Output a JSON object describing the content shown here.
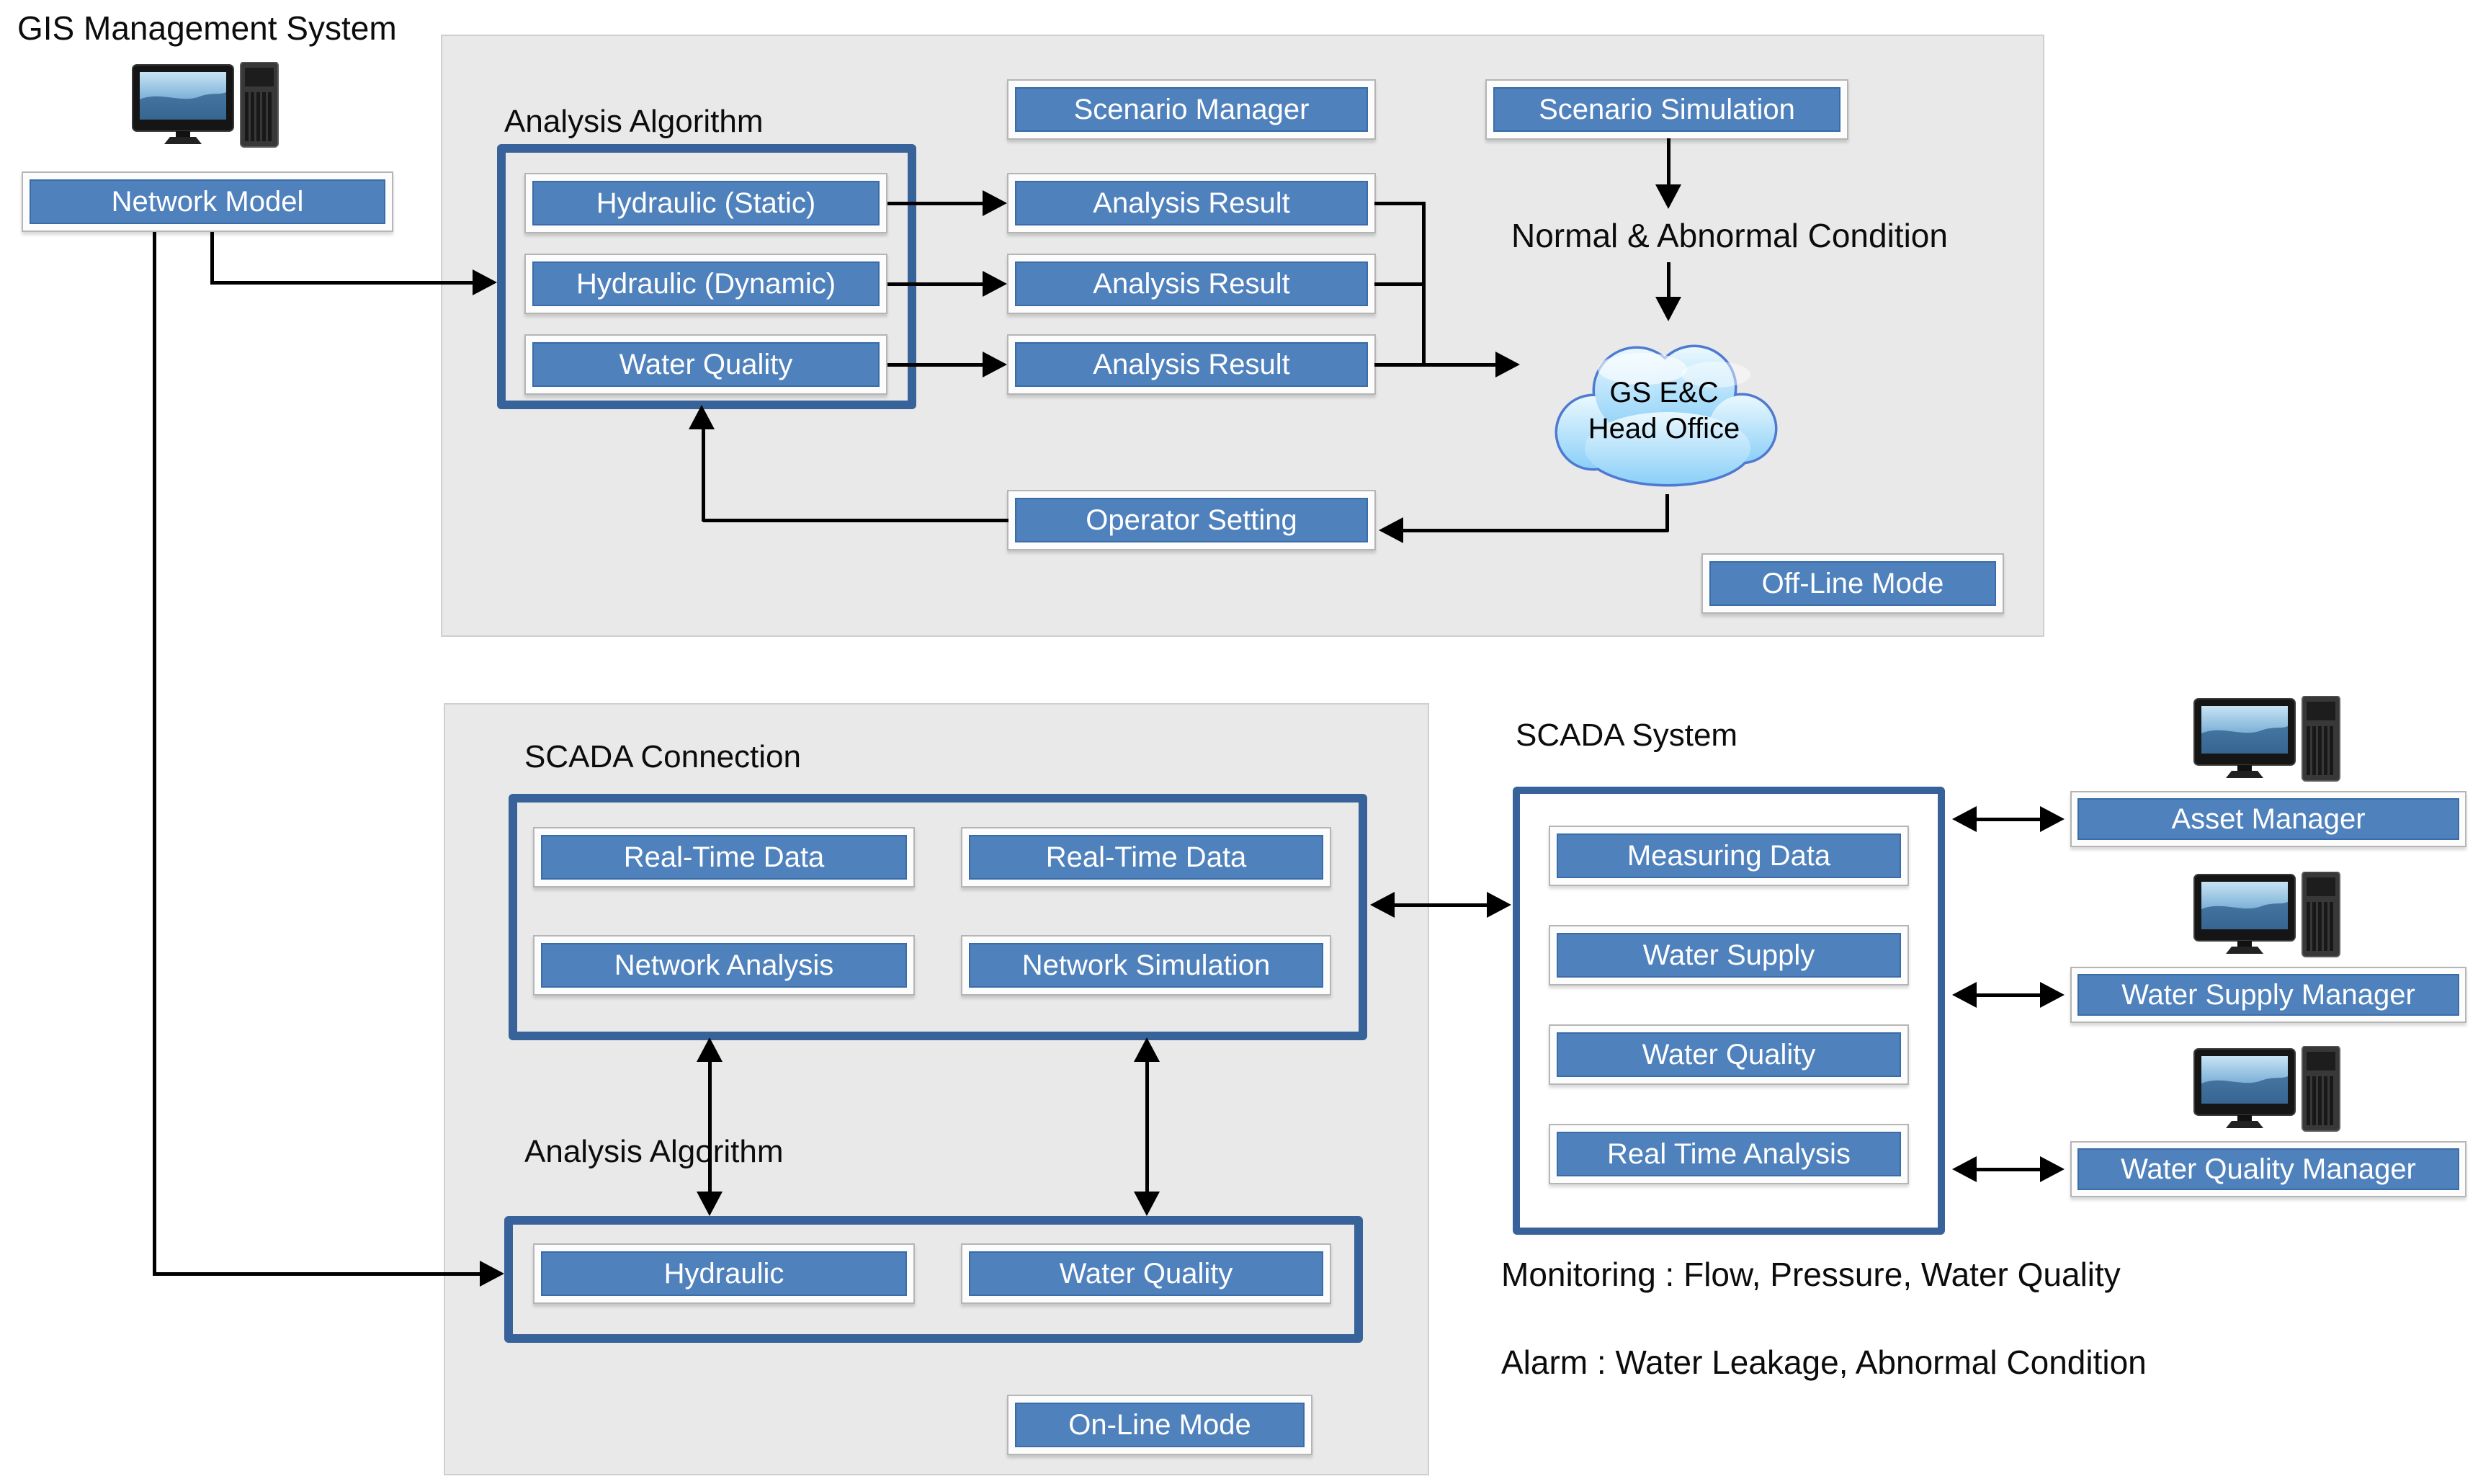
{
  "colors": {
    "box_blue": "#4f81bd",
    "box_blue_border": "#3a6ca8",
    "container_border": "#38639a",
    "panel_bg": "#e9e9e9",
    "cloud_stroke": "#4e7ad1",
    "cloud_fill_top": "#eaf8fe",
    "cloud_fill_bottom": "#8cd0f8",
    "line": "#000000"
  },
  "icons": {
    "workstation": "workstation-icon",
    "cloud": "cloud-shape"
  },
  "gis": {
    "title": "GIS Management System",
    "network_model": "Network Model"
  },
  "offline_section": {
    "analysis_algorithm_title": "Analysis Algorithm",
    "hydraulic_static": "Hydraulic (Static)",
    "hydraulic_dynamic": "Hydraulic (Dynamic)",
    "water_quality": "Water Quality",
    "scenario_manager": "Scenario Manager",
    "analysis_result_1": "Analysis Result",
    "analysis_result_2": "Analysis Result",
    "analysis_result_3": "Analysis Result",
    "scenario_simulation": "Scenario Simulation",
    "condition_text": "Normal & Abnormal Condition",
    "cloud": {
      "line1": "GS E&C",
      "line2": "Head Office"
    },
    "operator_setting": "Operator Setting",
    "mode_label": "Off-Line Mode"
  },
  "online_section": {
    "scada_connection_title": "SCADA Connection",
    "real_time_data_1": "Real-Time Data",
    "real_time_data_2": "Real-Time Data",
    "network_analysis": "Network Analysis",
    "network_simulation": "Network Simulation",
    "analysis_algorithm_title": "Analysis Algorithm",
    "hydraulic": "Hydraulic",
    "water_quality": "Water Quality",
    "mode_label": "On-Line Mode"
  },
  "scada_system": {
    "title": "SCADA System",
    "measuring_data": "Measuring Data",
    "water_supply": "Water Supply",
    "water_quality": "Water Quality",
    "real_time_analysis": "Real Time Analysis",
    "monitoring_text": "Monitoring : Flow, Pressure, Water Quality",
    "alarm_text": "Alarm : Water Leakage, Abnormal Condition"
  },
  "managers": {
    "asset": "Asset Manager",
    "water_supply": "Water Supply Manager",
    "water_quality": "Water Quality Manager"
  }
}
